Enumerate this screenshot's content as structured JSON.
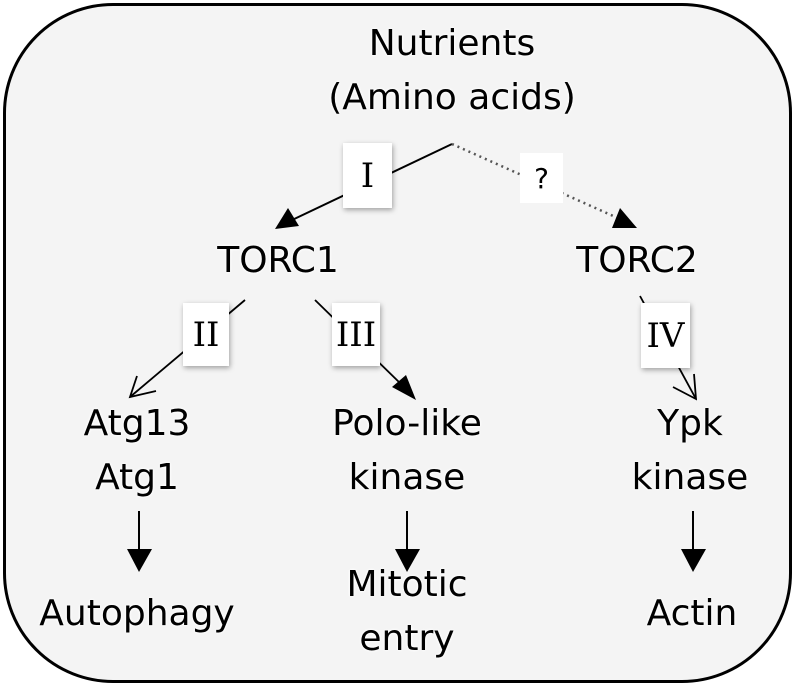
{
  "nodes": {
    "nutrients": [
      "Nutrients",
      "(Amino acids)"
    ],
    "torc1": "TORC1",
    "torc2": "TORC2",
    "atg": [
      "Atg13",
      "Atg1"
    ],
    "polo": [
      "Polo-like",
      "kinase"
    ],
    "ypk": [
      "Ypk",
      "kinase"
    ],
    "autophagy": "Autophagy",
    "mitotic": [
      "Mitotic",
      "entry"
    ],
    "actin": "Actin"
  },
  "edge_labels": {
    "I": "I",
    "unknown": "?",
    "II": "II",
    "III": "III",
    "IV": "IV"
  },
  "edges": [
    {
      "from": "Nutrients",
      "to": "TORC1",
      "label": "I",
      "style": "solid",
      "head": "filled"
    },
    {
      "from": "Nutrients",
      "to": "TORC2",
      "label": "?",
      "style": "dotted",
      "head": "filled"
    },
    {
      "from": "TORC1",
      "to": "Atg13/Atg1",
      "label": "II",
      "style": "solid",
      "head": "open"
    },
    {
      "from": "TORC1",
      "to": "Polo-like kinase",
      "label": "III",
      "style": "solid",
      "head": "filled"
    },
    {
      "from": "TORC2",
      "to": "Ypk kinase",
      "label": "IV",
      "style": "solid",
      "head": "open"
    },
    {
      "from": "Atg13/Atg1",
      "to": "Autophagy",
      "label": "",
      "style": "solid",
      "head": "filled"
    },
    {
      "from": "Polo-like kinase",
      "to": "Mitotic entry",
      "label": "",
      "style": "solid",
      "head": "filled"
    },
    {
      "from": "Ypk kinase",
      "to": "Actin",
      "label": "",
      "style": "solid",
      "head": "filled"
    }
  ]
}
